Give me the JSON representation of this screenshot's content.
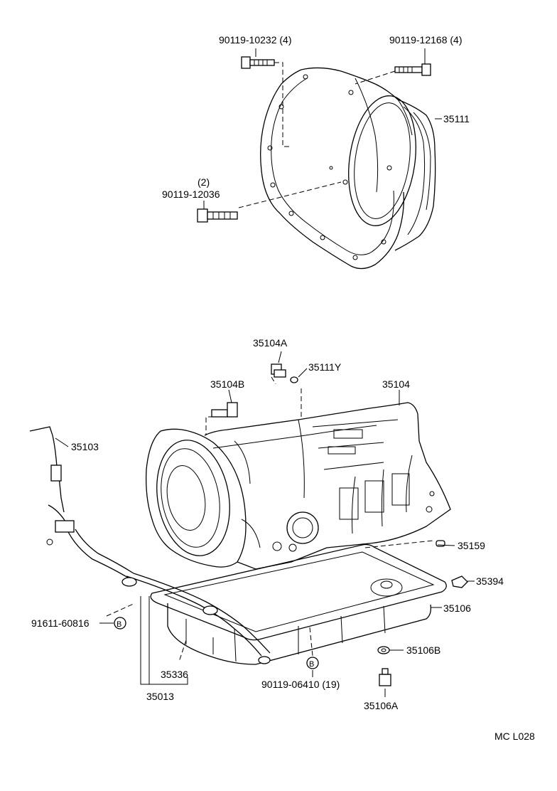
{
  "diagram_code": "MC L028",
  "parts": {
    "bolt_top_left": "90119-10232 (4)",
    "bolt_top_right": "90119-12168 (4)",
    "housing": "35111",
    "bolt_side_qty": "(2)",
    "bolt_side": "90119-12036",
    "plug_a": "35104A",
    "plug_b": "35104B",
    "oring": "35111Y",
    "transmission_case": "35104",
    "dipstick": "35103",
    "bolt_dipstick": "91611-60816",
    "gasket": "35159",
    "magnet": "35394",
    "oil_pan": "35106",
    "pan_gasket": "35106B",
    "drain_plug": "35106A",
    "pan_bolts": "90119-06410 (19)",
    "oring_tube": "35336",
    "tube_assy": "35013"
  },
  "markers": {
    "b1": "B",
    "b2": "B"
  }
}
